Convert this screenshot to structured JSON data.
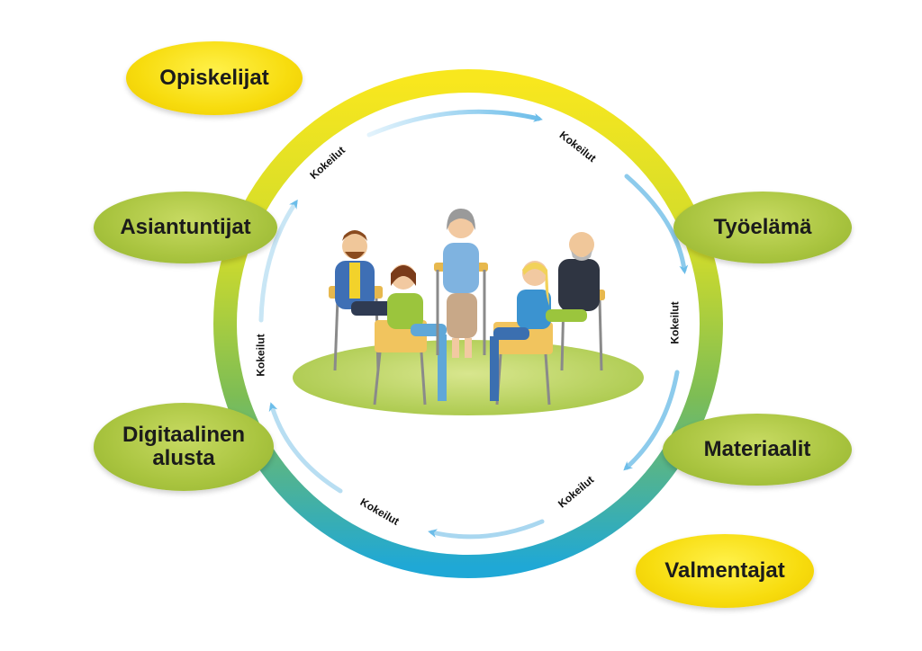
{
  "nodes": {
    "opiskelijat": "Opiskelijat",
    "asiantuntijat": "Asiantuntijat",
    "digitaalinen_line1": "Digitaalinen",
    "digitaalinen_line2": "alusta",
    "tyoelama": "Työelämä",
    "materiaalit": "Materiaalit",
    "valmentajat": "Valmentajat"
  },
  "arrow_labels": [
    "Kokeilut",
    "Kokeilut",
    "Kokeilut",
    "Kokeilut",
    "Kokeilut",
    "Kokeilut"
  ],
  "colors": {
    "ring_top": "#f7e71c",
    "ring_mid": "#9cc63b",
    "ring_bottom": "#2aa9d0",
    "arrow": "#7cc3ea",
    "node_yellow": "#f7dc0e",
    "node_green": "#a9c43f",
    "floor": "#b9d35a"
  },
  "icons": [
    "group-discussion-illustration",
    "cycle-arrow-icon"
  ]
}
